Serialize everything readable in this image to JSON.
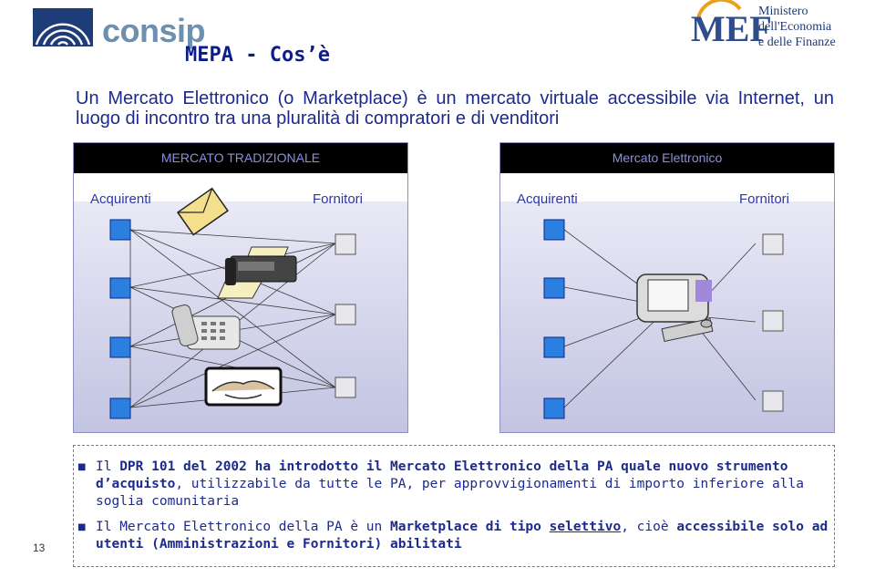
{
  "header": {
    "logo_text": "consip",
    "title": "MEPA - Cos’è",
    "mef_logo": "MEF",
    "ministry_line1": "Ministero",
    "ministry_line2": "dell'Economia",
    "ministry_line3": "e delle Finanze"
  },
  "intro": "Un Mercato Elettronico (o Marketplace) è un mercato virtuale accessibile via Internet, un luogo di incontro tra una pluralità di compratori e di venditori",
  "traditional": {
    "header": "MERCATO TRADIZIONALE",
    "buyers_label": "Acquirenti",
    "sellers_label": "Fornitori",
    "icons": [
      "envelope-icon",
      "fax-icon",
      "telephone-icon",
      "handshake-icon"
    ]
  },
  "electronic": {
    "header": "Mercato Elettronico",
    "buyers_label": "Acquirenti",
    "sellers_label": "Fornitori",
    "icons": [
      "computer-icon"
    ]
  },
  "bullets": {
    "b1_pre": "Il ",
    "b1_bold1": "DPR 101 del 2002 ha introdotto il Mercato Elettronico della PA quale nuovo strumento d’acquisto",
    "b1_post": ", utilizzabile da tutte le PA, per approvvigionamenti di importo inferiore alla soglia comunitaria",
    "b2_pre": "Il Mercato Elettronico della PA è un ",
    "b2_bold1": "Marketplace di tipo ",
    "b2_underline": "selettivo",
    "b2_mid": ", cioè ",
    "b2_bold2": "accessibile solo ad utenti (Amministrazioni e Fornitori) abilitati"
  },
  "page_number": "13",
  "colors": {
    "title_blue": "#0d1d88",
    "text_blue": "#1c2a8c",
    "header_text": "#8b8fdc",
    "buyer_square": "#2b7fe0",
    "consip_grey_blue": "#6d8fb0"
  }
}
